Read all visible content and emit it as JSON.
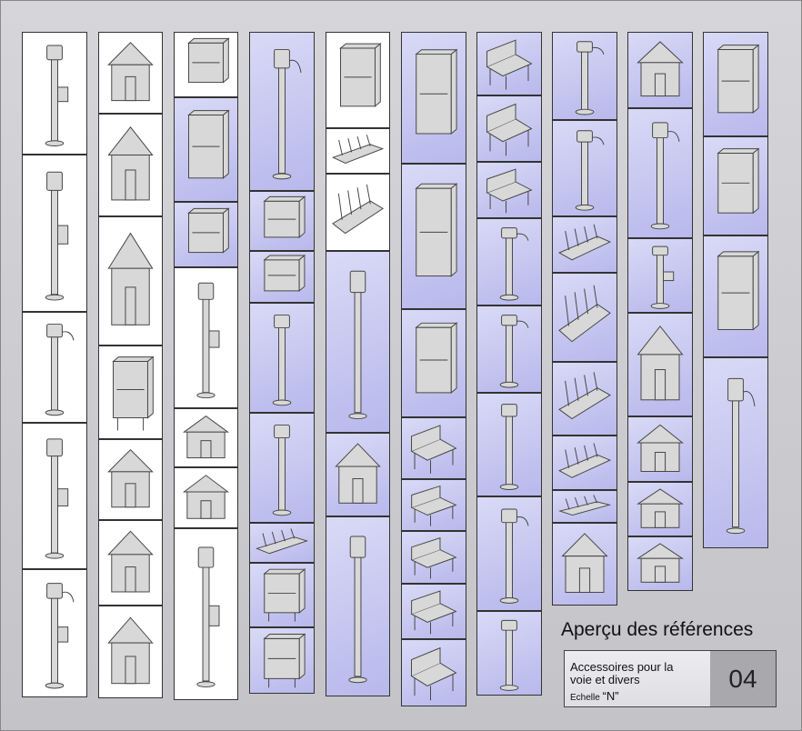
{
  "sheet": {
    "title": "Aperçu des références",
    "label_line1": "Accessoires pour la",
    "label_line2": "voie et divers",
    "scale_prefix": "Echelle ",
    "scale_value": "“N”",
    "sheet_number": "04"
  },
  "colors": {
    "background": "#cbcbcf",
    "tile_white": "#ffffff",
    "tile_blue": "#c4c4ee",
    "model_fill": "#d8d8d8",
    "model_stroke": "#444444",
    "number_box": "#a8a8ad"
  },
  "catalog": {
    "columns": [
      {
        "name": "column-1",
        "tiles": [
          {
            "kind": "signal-box-post",
            "bg": "w"
          },
          {
            "kind": "lattice-signal-mast",
            "bg": "w"
          },
          {
            "kind": "twin-lamp-posts",
            "bg": "w"
          },
          {
            "kind": "signal-post-with-boxes",
            "bg": "w"
          },
          {
            "kind": "signal-post-with-lamp",
            "bg": "w"
          }
        ]
      },
      {
        "name": "column-2",
        "tiles": [
          {
            "kind": "small-cabinet",
            "bg": "w"
          },
          {
            "kind": "tall-cabinet",
            "bg": "w"
          },
          {
            "kind": "shutter-cabinet",
            "bg": "w"
          },
          {
            "kind": "sign-panel-on-legs",
            "bg": "w"
          },
          {
            "kind": "cabinet-pyramid-roof",
            "bg": "w"
          },
          {
            "kind": "electrical-cabinet",
            "bg": "w"
          },
          {
            "kind": "cabinet-on-legs",
            "bg": "w"
          }
        ]
      },
      {
        "name": "column-3",
        "tiles": [
          {
            "kind": "relay-box",
            "bg": "w"
          },
          {
            "kind": "mailbox",
            "bg": "b"
          },
          {
            "kind": "wall-box",
            "bg": "b"
          },
          {
            "kind": "signal-mast-with-lights",
            "bg": "w"
          },
          {
            "kind": "control-cabinet-group",
            "bg": "w"
          },
          {
            "kind": "cabinet-pair",
            "bg": "w"
          },
          {
            "kind": "control-panel-post",
            "bg": "w"
          }
        ]
      },
      {
        "name": "column-4",
        "tiles": [
          {
            "kind": "tall-lamp-post",
            "bg": "b"
          },
          {
            "kind": "double-box",
            "bg": "b"
          },
          {
            "kind": "double-box-2",
            "bg": "b"
          },
          {
            "kind": "sign-post",
            "bg": "b"
          },
          {
            "kind": "sign-board-two-posts",
            "bg": "b"
          },
          {
            "kind": "rail-segment",
            "bg": "b"
          },
          {
            "kind": "display-board",
            "bg": "b"
          },
          {
            "kind": "display-board-2",
            "bg": "b"
          }
        ]
      },
      {
        "name": "column-5",
        "tiles": [
          {
            "kind": "catenary-gantry",
            "bg": "w"
          },
          {
            "kind": "grating",
            "bg": "w"
          },
          {
            "kind": "fence-railing",
            "bg": "w"
          },
          {
            "kind": "kilometer-post",
            "bg": "b"
          },
          {
            "kind": "shelter-frame",
            "bg": "b"
          },
          {
            "kind": "ticket-validator",
            "bg": "b"
          }
        ]
      },
      {
        "name": "column-6",
        "tiles": [
          {
            "kind": "ticket-machine",
            "bg": "b"
          },
          {
            "kind": "vending-machine",
            "bg": "b"
          },
          {
            "kind": "atm-machine",
            "bg": "b"
          },
          {
            "kind": "seats-row",
            "bg": "b"
          },
          {
            "kind": "seats-row-2",
            "bg": "b"
          },
          {
            "kind": "bench",
            "bg": "b"
          },
          {
            "kind": "bench-2",
            "bg": "b"
          },
          {
            "kind": "garden-bench",
            "bg": "b"
          }
        ]
      },
      {
        "name": "column-7",
        "tiles": [
          {
            "kind": "park-bench",
            "bg": "b"
          },
          {
            "kind": "bench-backrest",
            "bg": "b"
          },
          {
            "kind": "long-bench",
            "bg": "b"
          },
          {
            "kind": "hand-pump",
            "bg": "b"
          },
          {
            "kind": "water-pump",
            "bg": "b"
          },
          {
            "kind": "water-column",
            "bg": "b"
          },
          {
            "kind": "water-crane",
            "bg": "b"
          },
          {
            "kind": "hydrant",
            "bg": "b"
          }
        ]
      },
      {
        "name": "column-8",
        "tiles": [
          {
            "kind": "water-crane-arm",
            "bg": "b"
          },
          {
            "kind": "water-crane-tall",
            "bg": "b"
          },
          {
            "kind": "point-levers",
            "bg": "b"
          },
          {
            "kind": "lever-frame",
            "bg": "b"
          },
          {
            "kind": "lever-frame-long",
            "bg": "b"
          },
          {
            "kind": "lever-pair",
            "bg": "b"
          },
          {
            "kind": "ground-levers",
            "bg": "b"
          },
          {
            "kind": "fuel-tanks",
            "bg": "b"
          }
        ]
      },
      {
        "name": "column-9",
        "tiles": [
          {
            "kind": "water-tank",
            "bg": "b"
          },
          {
            "kind": "hooded-lamp",
            "bg": "b"
          },
          {
            "kind": "signal-cabin",
            "bg": "b"
          },
          {
            "kind": "tank-on-base",
            "bg": "b"
          },
          {
            "kind": "bus-shelter",
            "bg": "b"
          },
          {
            "kind": "brick-hut",
            "bg": "b"
          },
          {
            "kind": "wooden-hut",
            "bg": "b"
          }
        ]
      },
      {
        "name": "column-10",
        "tiles": [
          {
            "kind": "station-name-sign",
            "bg": "b"
          },
          {
            "kind": "hanging-sign",
            "bg": "b"
          },
          {
            "kind": "direction-sign",
            "bg": "b"
          },
          {
            "kind": "street-lamp",
            "bg": "b"
          }
        ]
      }
    ]
  }
}
